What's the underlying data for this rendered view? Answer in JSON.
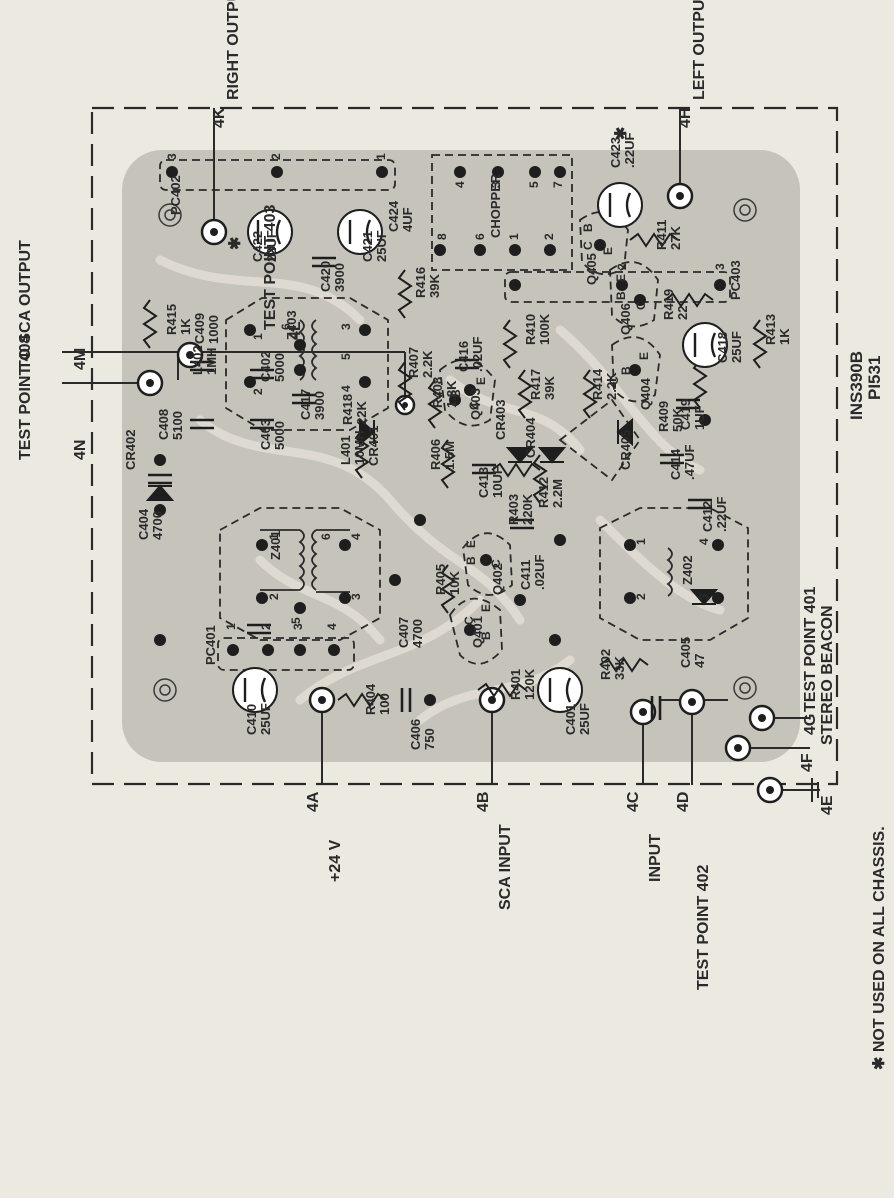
{
  "board": {
    "id": "INS390B",
    "part": "PI531"
  },
  "footnote": "✱ NOT USED ON ALL CHASSIS.",
  "terminals": [
    {
      "id": "4A",
      "label": "+24 V"
    },
    {
      "id": "4B",
      "label": "SCA INPUT"
    },
    {
      "id": "4C",
      "label": "INPUT"
    },
    {
      "id": "4D",
      "label": "TEST POINT 402"
    },
    {
      "id": "4E",
      "label": ""
    },
    {
      "id": "4F",
      "label": "STEREO BEACON"
    },
    {
      "id": "4G",
      "label": "TEST POINT 401"
    },
    {
      "id": "4H",
      "label": "LEFT OUTPUT"
    },
    {
      "id": "4K",
      "label": "RIGHT OUTPUT"
    },
    {
      "id": "4L",
      "label": "TEST POINT 403"
    },
    {
      "id": "4M",
      "label": "TO SCA OUTPUT"
    },
    {
      "id": "4N",
      "label": "TEST POINT 404"
    }
  ],
  "components": [
    {
      "ref": "C410",
      "value": "25UF"
    },
    {
      "ref": "C406",
      "value": "750"
    },
    {
      "ref": "C401",
      "value": "25UF"
    },
    {
      "ref": "C405",
      "value": "47"
    },
    {
      "ref": "R402",
      "value": "33K"
    },
    {
      "ref": "R401",
      "value": "120K"
    },
    {
      "ref": "R404",
      "value": "100"
    },
    {
      "ref": "PC401",
      "value": ""
    },
    {
      "ref": "Q401",
      "value": ""
    },
    {
      "ref": "Q402",
      "value": ""
    },
    {
      "ref": "C411",
      "value": ".02UF"
    },
    {
      "ref": "C404",
      "value": "4700"
    },
    {
      "ref": "CR402",
      "value": ""
    },
    {
      "ref": "Z401",
      "value": ""
    },
    {
      "ref": "C407",
      "value": "4700"
    },
    {
      "ref": "R405",
      "value": "10K"
    },
    {
      "ref": "Z402",
      "value": ""
    },
    {
      "ref": "C412",
      "value": ".22UF"
    },
    {
      "ref": "R403",
      "value": "220K"
    },
    {
      "ref": "C408",
      "value": "5100"
    },
    {
      "ref": "C403",
      "value": "5000"
    },
    {
      "ref": "CR401",
      "value": ""
    },
    {
      "ref": "R406",
      "value": "1.5M"
    },
    {
      "ref": "R412",
      "value": "2.2M"
    },
    {
      "ref": "C414",
      "value": ".47UF"
    },
    {
      "ref": "L402",
      "value": "1MH"
    },
    {
      "ref": "C402",
      "value": "5000"
    },
    {
      "ref": "L401",
      "value": "10MH"
    },
    {
      "ref": "R418",
      "value": "22K"
    },
    {
      "ref": "CR405",
      "value": ""
    },
    {
      "ref": "C409",
      "value": "1000"
    },
    {
      "ref": "C417",
      "value": "3900"
    },
    {
      "ref": "R407",
      "value": "2.2K"
    },
    {
      "ref": "R408",
      "value": "1.8K"
    },
    {
      "ref": "C413",
      "value": "10UF"
    },
    {
      "ref": "CR403",
      "value": ""
    },
    {
      "ref": "CR404",
      "value": ""
    },
    {
      "ref": "C419",
      "value": "1UF"
    },
    {
      "ref": "R409",
      "value": "50K"
    },
    {
      "ref": "Q404",
      "value": ""
    },
    {
      "ref": "R414",
      "value": "2.2K"
    },
    {
      "ref": "Q403",
      "value": ""
    },
    {
      "ref": "R417",
      "value": "39K"
    },
    {
      "ref": "C416",
      "value": ".02UF"
    },
    {
      "ref": "Q406",
      "value": ""
    },
    {
      "ref": "C418",
      "value": "25UF"
    },
    {
      "ref": "R413",
      "value": "1K"
    },
    {
      "ref": "Z403",
      "value": ""
    },
    {
      "ref": "R416",
      "value": "39K"
    },
    {
      "ref": "R410",
      "value": "100K"
    },
    {
      "ref": "R419",
      "value": "22"
    },
    {
      "ref": "Q405",
      "value": ""
    },
    {
      "ref": "R415",
      "value": "1K"
    },
    {
      "ref": "C422",
      "value": "22UF"
    },
    {
      "ref": "C421",
      "value": "25UF"
    },
    {
      "ref": "C420",
      "value": "3900"
    },
    {
      "ref": "C424",
      "value": "4UF"
    },
    {
      "ref": "PC402",
      "value": ""
    },
    {
      "ref": "CHOPPER",
      "value": ""
    },
    {
      "ref": "C423",
      "value": ".22UF"
    },
    {
      "ref": "R411",
      "value": "27K"
    },
    {
      "ref": "PC403",
      "value": ""
    }
  ],
  "pins": {
    "b": "B",
    "c": "C",
    "e": "E",
    "n1": "1",
    "n2": "2",
    "n3": "3",
    "n4": "4",
    "n5": "5",
    "n6": "6",
    "n7": "7",
    "n8": "8"
  },
  "markers": {
    "star": "✱"
  },
  "colors": {
    "paper": "#ece9e1",
    "board": "#c6c3bb",
    "ink": "#2a2a2a"
  }
}
